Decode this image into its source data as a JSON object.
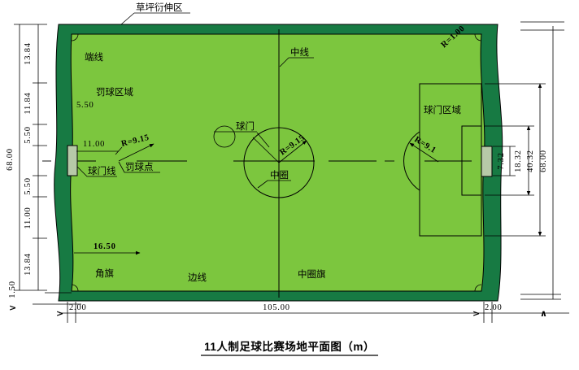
{
  "diagram": {
    "title": "11人制足球比赛场地平面图（m）",
    "colors": {
      "turf": "#7cc63e",
      "border": "#177a43",
      "goal_fill": "#b7c9a8",
      "line": "#000000"
    },
    "labels": {
      "lawn_extension_zone": "草坪衍伸区",
      "end_line": "端线",
      "penalty_zone": "罚球区域",
      "goal_line": "球门线",
      "penalty_spot": "罚球点",
      "corner_flag": "角旗",
      "side_line": "边线",
      "center_line": "中线",
      "center_circle": "中圈",
      "center_circle_flag": "中圈旗",
      "goal": "球门",
      "goal_zone": "球门区域"
    },
    "radius_labels": {
      "corner_arc": "R=1.00",
      "center_circle": "R=9.15",
      "penalty_arc_left": "R=9.15",
      "penalty_arc_right": "R=9.1"
    },
    "dims": {
      "left_chain": [
        "13.84",
        "11.84",
        "5.50",
        "5.50",
        "11.00",
        "13.84"
      ],
      "left_total": "68.00",
      "left_bottom_margin": "1.50",
      "goal_area_depth": "5.50",
      "penalty_distance": "11.00",
      "penalty_area_depth": "16.50",
      "bottom": {
        "left_margin": "2.00",
        "length": "105.00",
        "right_margin": "2.00"
      },
      "right": {
        "goal_width": "7.32",
        "goal_area_width": "18.32",
        "penalty_area_width": "40.32",
        "total": "68.00"
      }
    },
    "marks": {
      "arrow_glyph": ">",
      "caret_glyph": "∧"
    }
  }
}
